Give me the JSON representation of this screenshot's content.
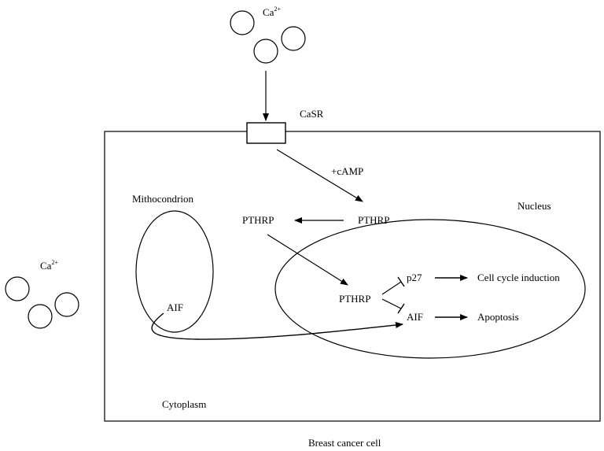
{
  "diagram": {
    "labels": {
      "ca_top": "Ca",
      "ca_top_charge": "2+",
      "ca_left": "Ca",
      "ca_left_charge": "2+",
      "casr": "CaSR",
      "camp": "+cAMP",
      "nucleus": "Nucleus",
      "mitochondrion": "Mithocondrion",
      "pthrp_nucleus_top": "PTHRP",
      "pthrp_cytoplasm": "PTHRP",
      "pthrp_nucleus_center": "PTHRP",
      "p27": "p27",
      "aif_nucleus": "AIF",
      "aif_mito": "AIF",
      "cell_cycle": "Cell cycle induction",
      "apoptosis": "Apoptosis",
      "cytoplasm": "Cytoplasm",
      "caption": "Breast cancer cell"
    }
  }
}
